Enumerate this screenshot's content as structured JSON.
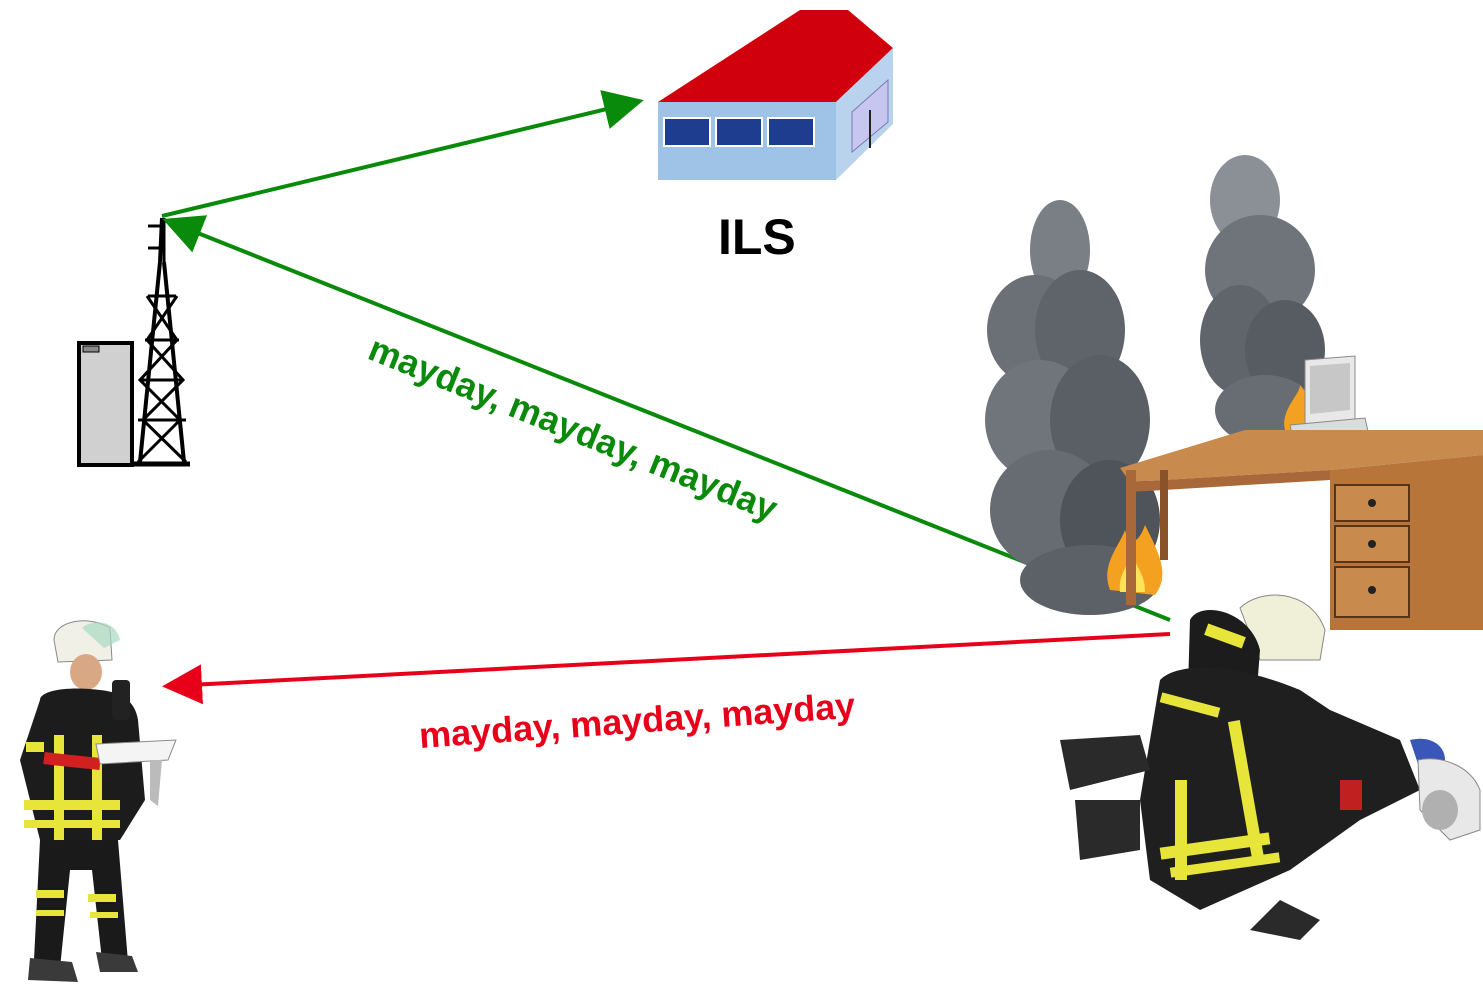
{
  "labels": {
    "ils": "ILS",
    "mayday_green": "mayday, mayday, mayday",
    "mayday_red": "mayday, mayday, mayday"
  },
  "colors": {
    "green": "#0a8a0a",
    "red": "#e8001a",
    "roof": "#d0000c",
    "building": "#9fc3e6",
    "window": "#1e3d8f",
    "desk": "#b8753a",
    "smoke": "#6b6f76",
    "jacket": "#1c1c1c",
    "reflective": "#e8e53a"
  },
  "icons": [
    "building-icon",
    "radio-tower-icon",
    "firefighter-icon",
    "fire-smoke-icon",
    "desk-computer-icon",
    "rescue-firefighters-icon"
  ]
}
